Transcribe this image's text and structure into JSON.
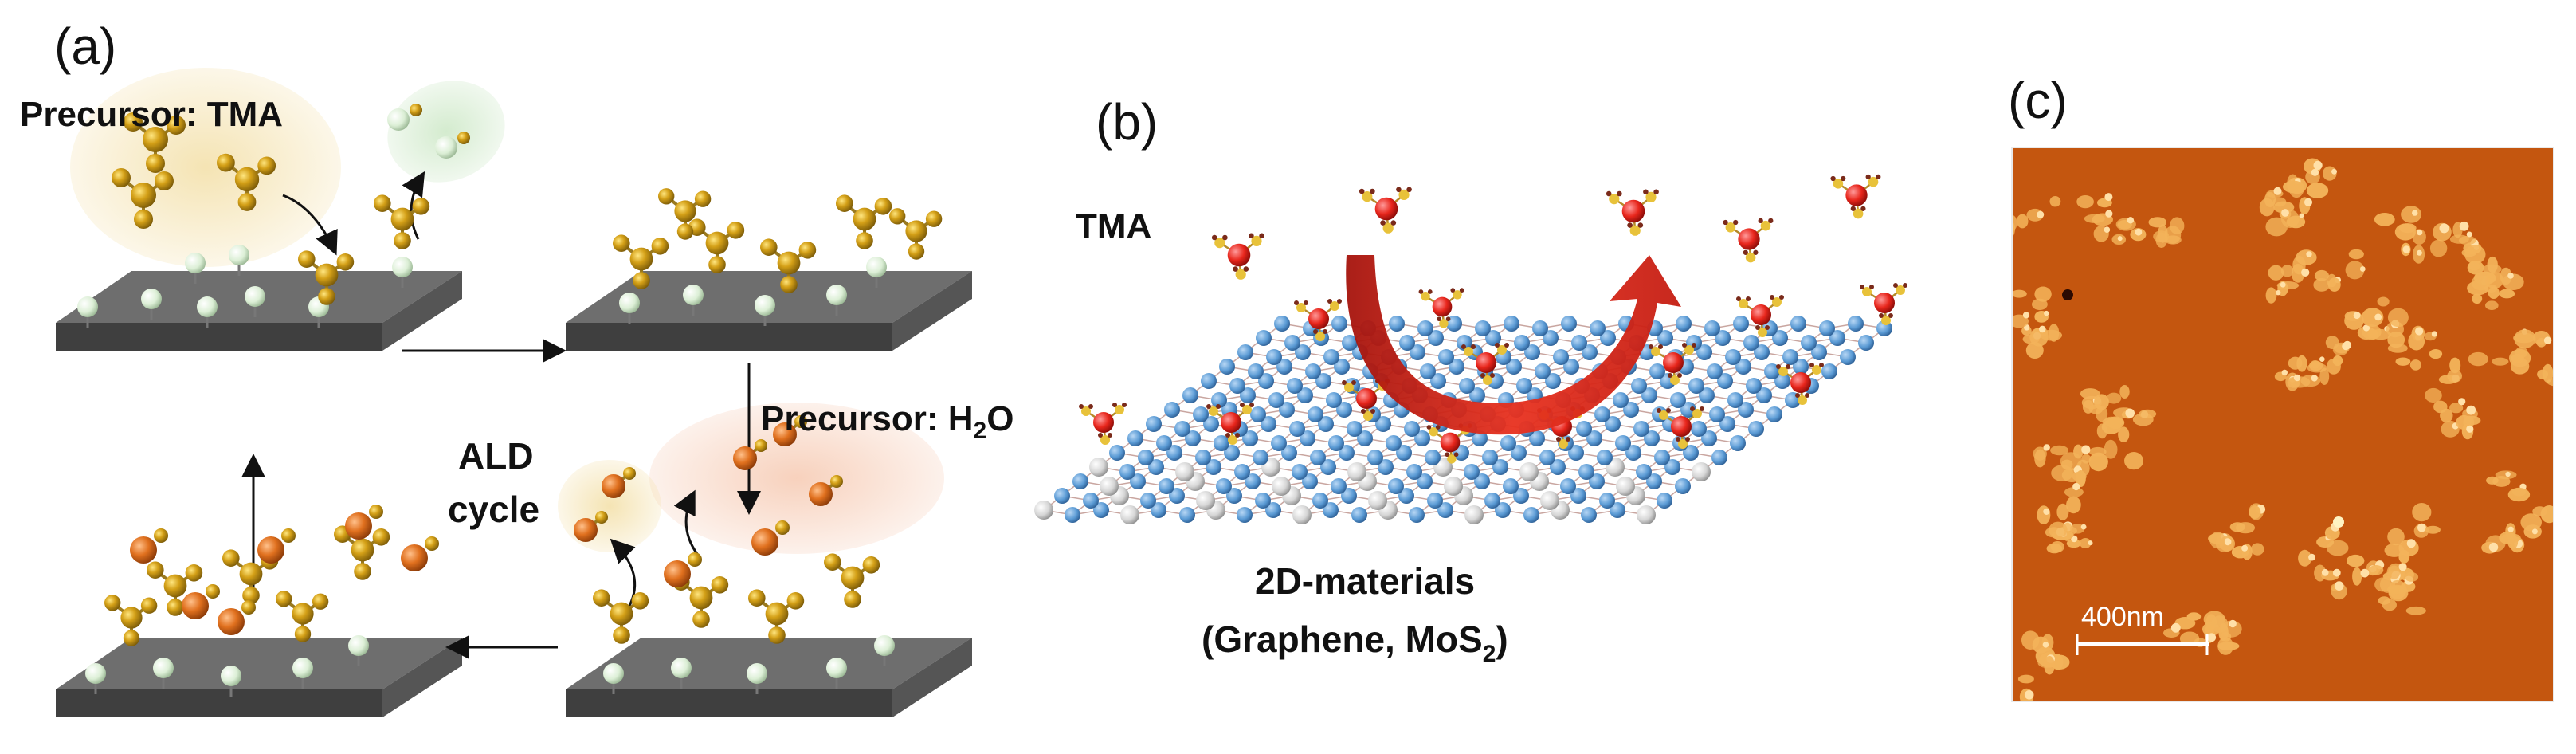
{
  "panel_a": {
    "label": "(a)",
    "precursor_tma": "Precursor: TMA",
    "precursor_h2o_prefix": "Precursor: H",
    "precursor_h2o_sub": "2",
    "precursor_h2o_suffix": "O",
    "ald_cycle_line1": "ALD",
    "ald_cycle_line2": "cycle"
  },
  "panel_b": {
    "label": "(b)",
    "tma": "TMA",
    "materials_line1": "2D-materials",
    "materials_line2_prefix": "(Graphene, MoS",
    "materials_line2_sub": "2",
    "materials_line2_suffix": ")"
  },
  "panel_c": {
    "label": "(c)",
    "scale_bar": "400nm"
  },
  "colors": {
    "slab_top": "#6e6e6e",
    "slab_side": "#3f3f3f",
    "al_atom": "#d4a017",
    "oh_atom": "#dcefd6",
    "o_atom": "#e0701e",
    "afm_background": "#c4560f",
    "afm_feature": "#f3b35a",
    "lattice_blue": "#5b9bd5",
    "red_arrow": "#d62518"
  }
}
